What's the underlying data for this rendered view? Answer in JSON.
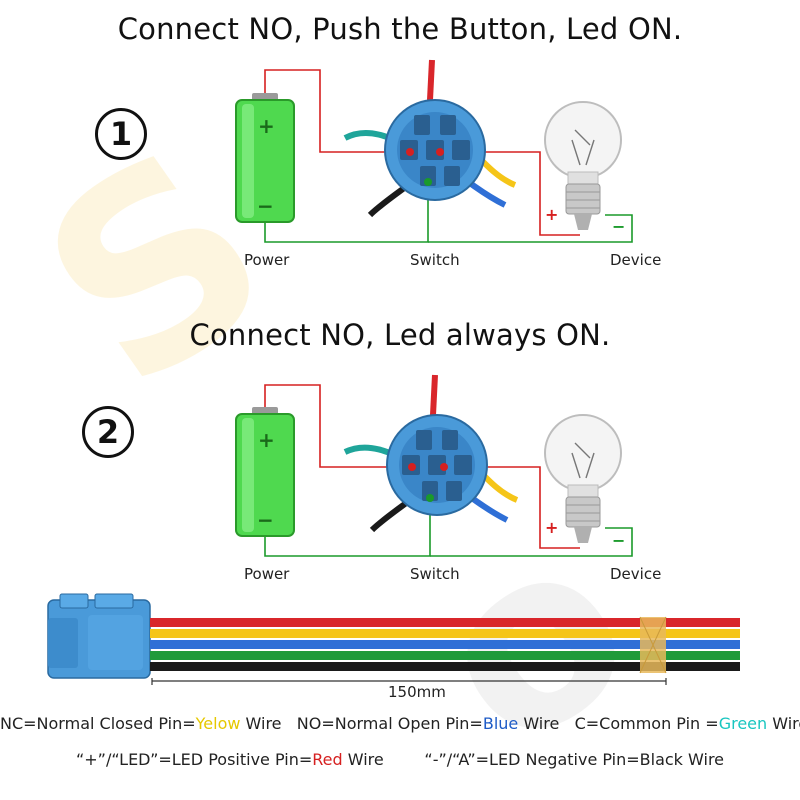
{
  "diagram1": {
    "title": "Connect NO, Push the Button, Led ON.",
    "step": "1",
    "labels": {
      "power": "Power",
      "switch": "Switch",
      "device": "Device",
      "plus": "+",
      "minus": "−",
      "device_plus": "+",
      "device_minus": "−"
    }
  },
  "diagram2": {
    "title": "Connect NO, Led always ON.",
    "step": "2",
    "labels": {
      "power": "Power",
      "switch": "Switch",
      "device": "Device",
      "plus": "+",
      "minus": "−",
      "device_plus": "+",
      "device_minus": "−"
    }
  },
  "cable": {
    "length": "150mm"
  },
  "legend": {
    "line1": {
      "nc_prefix": "NC=Normal Closed Pin=",
      "nc_color": "Yelow",
      "nc_suffix": " Wire   NO=Normal Open Pin=",
      "no_color": "Blue",
      "no_suffix": " Wire   C=Common Pin =",
      "c_color": "Green",
      "c_suffix": " Wire"
    },
    "line2": {
      "pos_prefix": "“+”/“LED”=LED Positive Pin=",
      "pos_color": "Red",
      "pos_suffix": " Wire        “-”/“A”=LED Negative Pin=Black Wire"
    }
  },
  "colors": {
    "red_wire": "#d9262b",
    "yellow_wire": "#f5c518",
    "blue_wire": "#2f6fd6",
    "green_wire": "#1f9a3a",
    "black_wire": "#1a1a1a",
    "teal_wire": "#1fa59a",
    "battery": "#4fd94f",
    "connector": "#4a9ad9",
    "circuit_red": "#d62020",
    "circuit_green": "#1a9a2a"
  }
}
